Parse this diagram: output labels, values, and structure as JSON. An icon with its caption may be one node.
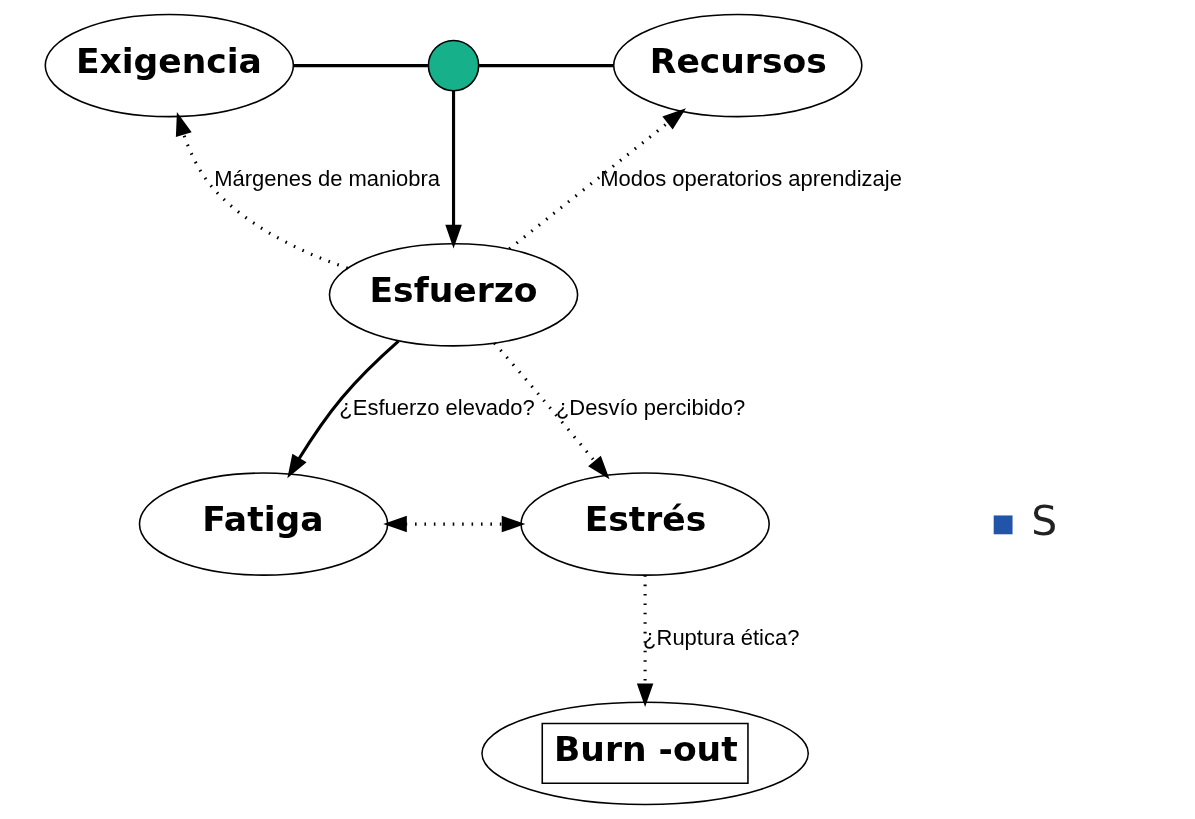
{
  "diagram": {
    "nodes": [
      {
        "text": [
          "Exigencia"
        ]
      },
      {
        "text": [],
        "shape": "circle"
      },
      {
        "text": [
          "Recursos"
        ]
      },
      {
        "text": [
          "Esfuerzo"
        ]
      },
      {
        "text": [
          "Fatiga"
        ]
      },
      {
        "text": [
          "Estrés"
        ]
      },
      {
        "text": [
          "Burn -out"
        ]
      }
    ],
    "edges": [
      {
        "from": 0,
        "to": 1,
        "arrow": "none"
      },
      {
        "from": 2,
        "to": 1,
        "arrow": "none"
      },
      {
        "from": 1,
        "to": 3,
        "arrow": "to"
      },
      {
        "from": 3,
        "to": 0,
        "arrow": "to",
        "style": "dashed",
        "label": "Márgenes de maniobra"
      },
      {
        "from": 3,
        "to": 2,
        "arrow": "to",
        "style": "dashed",
        "label": "Modos operatorios aprendizaje"
      },
      {
        "from": 3,
        "to": 4,
        "arrow": "to",
        "label": "¿Esfuerzo elevado?"
      },
      {
        "from": 3,
        "to": 5,
        "arrow": "to",
        "style": "dashed",
        "label": "¿Desvío percibido?"
      },
      {
        "from": 4,
        "to": 5,
        "arrow": "both",
        "style": "dashed"
      },
      {
        "from": 5,
        "to": 6,
        "arrow": "to",
        "style": "dashed",
        "label": "¿Ruptura ética?"
      }
    ],
    "labels": [
      "S"
    ]
  }
}
